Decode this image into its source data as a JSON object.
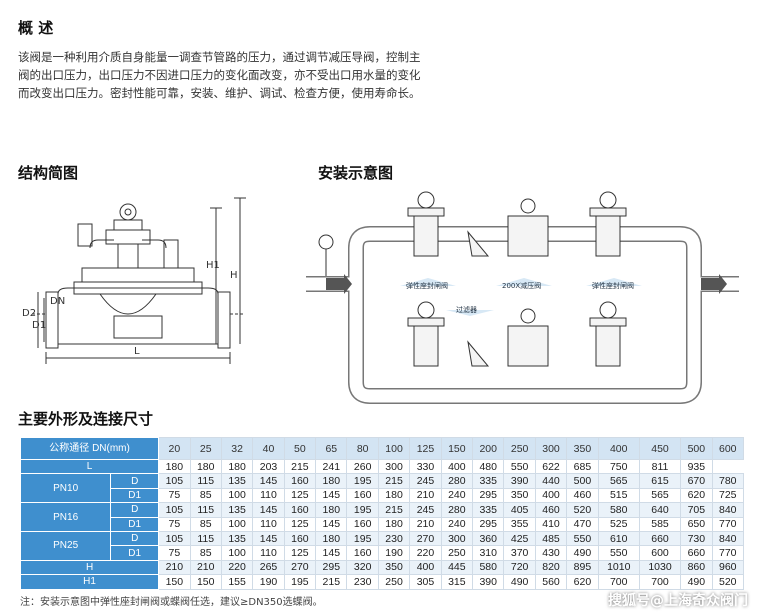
{
  "overview": {
    "title": "概 述",
    "body": "该阀是一种利用介质自身能量一调查节管路的压力，通过调节减压导阀，控制主阀的出口压力，出口压力不因进口压力的变化面改变，亦不受出口用水量的变化而改变出口压力。密封性能可靠，安装、维护、调试、检查方便，使用寿命长。"
  },
  "structure": {
    "title": "结构简图",
    "labels": {
      "h1": "H1",
      "h": "H",
      "d2": "D2",
      "d1": "D1",
      "dn": "DN",
      "l": "L"
    }
  },
  "installation": {
    "title": "安装示意图",
    "labels": {
      "seat_valve": "弹性座封闸阀",
      "reducer": "200X减压阀",
      "seat_valve2": "弹性座封闸阀",
      "filter": "过滤器"
    }
  },
  "dimensions": {
    "title": "主要外形及连接尺寸",
    "header_label": "公称通径 DN(mm)",
    "dn": [
      "20",
      "25",
      "32",
      "40",
      "50",
      "65",
      "80",
      "100",
      "125",
      "150",
      "200",
      "250",
      "300",
      "350",
      "400",
      "450",
      "500",
      "600"
    ],
    "rows": [
      {
        "group": "",
        "label": "L",
        "values": [
          "180",
          "180",
          "180",
          "203",
          "215",
          "241",
          "260",
          "300",
          "330",
          "400",
          "480",
          "550",
          "622",
          "685",
          "750",
          "811",
          "935"
        ]
      },
      {
        "group": "PN10",
        "label": "D",
        "values": [
          "105",
          "115",
          "135",
          "145",
          "160",
          "180",
          "195",
          "215",
          "245",
          "280",
          "335",
          "390",
          "440",
          "500",
          "565",
          "615",
          "670",
          "780"
        ]
      },
      {
        "group": "",
        "label": "D1",
        "values": [
          "75",
          "85",
          "100",
          "110",
          "125",
          "145",
          "160",
          "180",
          "210",
          "240",
          "295",
          "350",
          "400",
          "460",
          "515",
          "565",
          "620",
          "725"
        ]
      },
      {
        "group": "PN16",
        "label": "D",
        "values": [
          "105",
          "115",
          "135",
          "145",
          "160",
          "180",
          "195",
          "215",
          "245",
          "280",
          "335",
          "405",
          "460",
          "520",
          "580",
          "640",
          "705",
          "840"
        ]
      },
      {
        "group": "",
        "label": "D1",
        "values": [
          "75",
          "85",
          "100",
          "110",
          "125",
          "145",
          "160",
          "180",
          "210",
          "240",
          "295",
          "355",
          "410",
          "470",
          "525",
          "585",
          "650",
          "770"
        ]
      },
      {
        "group": "PN25",
        "label": "D",
        "values": [
          "105",
          "115",
          "135",
          "145",
          "160",
          "180",
          "195",
          "230",
          "270",
          "300",
          "360",
          "425",
          "485",
          "550",
          "610",
          "660",
          "730",
          "840"
        ]
      },
      {
        "group": "",
        "label": "D1",
        "values": [
          "75",
          "85",
          "100",
          "110",
          "125",
          "145",
          "160",
          "190",
          "220",
          "250",
          "310",
          "370",
          "430",
          "490",
          "550",
          "600",
          "660",
          "770"
        ]
      },
      {
        "group": "",
        "label": "H",
        "values": [
          "210",
          "210",
          "220",
          "265",
          "270",
          "295",
          "320",
          "350",
          "400",
          "445",
          "580",
          "720",
          "820",
          "895",
          "1010",
          "1030",
          "860",
          "960"
        ]
      },
      {
        "group": "",
        "label": "H1",
        "values": [
          "150",
          "150",
          "155",
          "190",
          "195",
          "215",
          "230",
          "250",
          "305",
          "315",
          "390",
          "490",
          "560",
          "620",
          "700",
          "700",
          "490",
          "520"
        ]
      }
    ]
  },
  "footnote": "注：安装示意图中弹性座封闸阀或蝶阀任选，建议≥DN350选蝶阀。",
  "watermark": "搜狐号@上海奇众阀门"
}
